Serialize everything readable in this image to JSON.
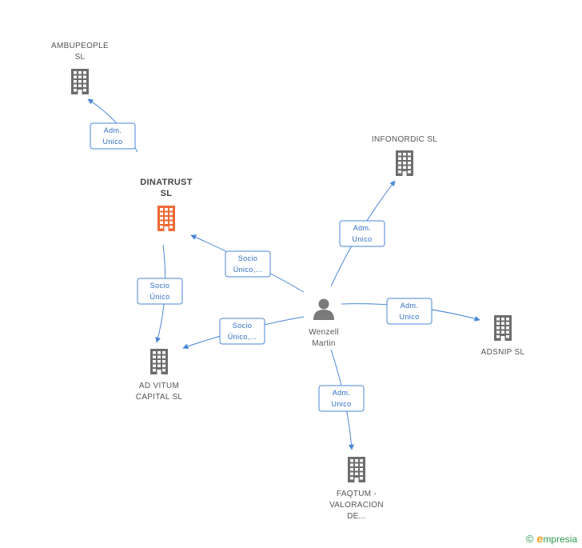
{
  "colors": {
    "edge": "#4a86d8",
    "edge_text": "#2f6cc4",
    "building_default": "#6d6d6d",
    "building_highlight": "#f06a35",
    "person": "#7a7a7a"
  },
  "nodes": [
    {
      "id": "ambupeople",
      "type": "company",
      "icon": "building-icon",
      "label": [
        "AMBUPEOPLE",
        "SL"
      ],
      "highlight": false
    },
    {
      "id": "dinatrust",
      "type": "company",
      "icon": "building-icon",
      "label": [
        "DINATRUST",
        "SL"
      ],
      "highlight": true
    },
    {
      "id": "infonordic",
      "type": "company",
      "icon": "building-icon",
      "label": [
        "INFONORDIC SL"
      ],
      "highlight": false
    },
    {
      "id": "advitum",
      "type": "company",
      "icon": "building-icon",
      "label": [
        "AD VITUM",
        "CAPITAL SL"
      ],
      "highlight": false
    },
    {
      "id": "wenzell",
      "type": "person",
      "icon": "person-icon",
      "label": [
        "Wenzell",
        "Martin"
      ],
      "highlight": false
    },
    {
      "id": "adsnip",
      "type": "company",
      "icon": "building-icon",
      "label": [
        "ADSNIP SL"
      ],
      "highlight": false
    },
    {
      "id": "faqtum",
      "type": "company",
      "icon": "building-icon",
      "label": [
        "FAQTUM -",
        "VALORACION",
        "DE..."
      ],
      "highlight": false
    }
  ],
  "edges": [
    {
      "from": "dinatrust",
      "to": "ambupeople",
      "label": [
        "Adm.",
        "Unico"
      ]
    },
    {
      "from": "wenzell",
      "to": "dinatrust",
      "label": [
        "Socio",
        "Único,..."
      ]
    },
    {
      "from": "dinatrust",
      "to": "advitum",
      "label": [
        "Socio",
        "Único"
      ]
    },
    {
      "from": "wenzell",
      "to": "advitum",
      "label": [
        "Socio",
        "Único,..."
      ]
    },
    {
      "from": "wenzell",
      "to": "infonordic",
      "label": [
        "Adm.",
        "Unico"
      ]
    },
    {
      "from": "wenzell",
      "to": "adsnip",
      "label": [
        "Adm.",
        "Unico"
      ]
    },
    {
      "from": "wenzell",
      "to": "faqtum",
      "label": [
        "Adm.",
        "Unico"
      ]
    }
  ],
  "footer": {
    "copyright": "©",
    "brand_initial": "e",
    "brand_rest": "mpresia"
  }
}
